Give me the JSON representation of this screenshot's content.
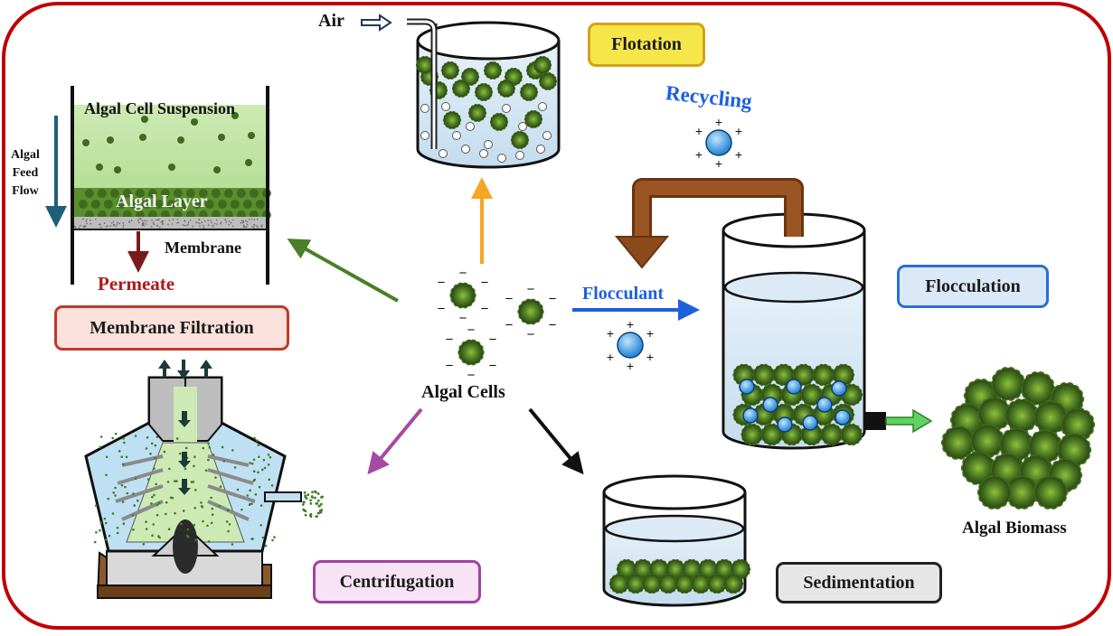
{
  "diagram": {
    "center_label": "Algal Cells",
    "processes": {
      "flotation": "Flotation",
      "flocculation": "Flocculation",
      "membrane_filtration": "Membrane Filtration",
      "centrifugation": "Centrifugation",
      "sedimentation": "Sedimentation"
    },
    "flotation_air_label": "Air",
    "membrane": {
      "suspension_label": "Algal Cell Suspension",
      "feed_flow_label": [
        "Algal",
        "Feed",
        "Flow"
      ],
      "layer_label": "Algal Layer",
      "membrane_label": "Membrane",
      "permeate_label": "Permeate"
    },
    "flocculation": {
      "flocculant_label": "Flocculant",
      "recycling_label": "Recycling",
      "biomass_label": "Algal Biomass"
    },
    "colors": {
      "frame_border": "#c00000",
      "flotation_box": "#f5e64a",
      "flotation_border": "#d4a21a",
      "flocculation_box": "#dbe8f7",
      "flocculation_border": "#2a6fdb",
      "membrane_box": "#fbe2dc",
      "membrane_border": "#c0392b",
      "centrifugation_box": "#f7e3f5",
      "centrifugation_border": "#a043a0",
      "sedimentation_box": "#e6e6e6",
      "sedimentation_border": "#222222",
      "arrow_flotation": "#f5a623",
      "arrow_flocculant": "#1e5fe0",
      "arrow_membrane": "#4a7f2a",
      "arrow_centrifugation": "#a64aa6",
      "arrow_sedimentation": "#111111",
      "recycle_pipe": "#8b4a1c",
      "algae": "#3f6a1f",
      "water": "#cfe3f1"
    }
  }
}
